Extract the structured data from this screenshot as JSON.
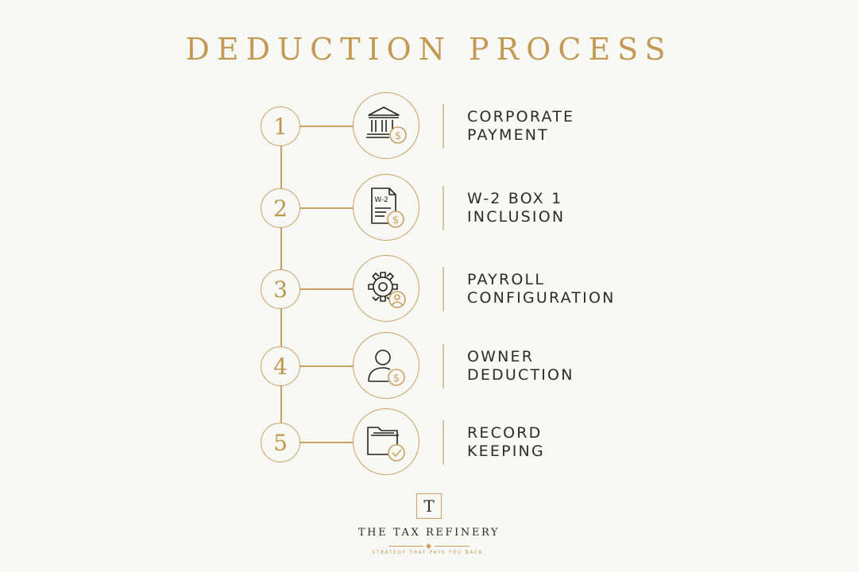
{
  "title": "DEDUCTION PROCESS",
  "steps": [
    {
      "number": "1",
      "icon": "bank-dollar-icon",
      "label_line1": "CORPORATE",
      "label_line2": "PAYMENT"
    },
    {
      "number": "2",
      "icon": "w2-form-dollar-icon",
      "icon_text": "W-2",
      "label_line1": "W-2 BOX 1",
      "label_line2": "INCLUSION"
    },
    {
      "number": "3",
      "icon": "gear-person-icon",
      "label_line1": "PAYROLL",
      "label_line2": "CONFIGURATION"
    },
    {
      "number": "4",
      "icon": "person-dollar-icon",
      "label_line1": "OWNER",
      "label_line2": "DEDUCTION"
    },
    {
      "number": "5",
      "icon": "folder-check-icon",
      "label_line1": "RECORD",
      "label_line2": "KEEPING"
    }
  ],
  "brand": {
    "monogram": "T",
    "name": "THE TAX REFINERY",
    "tagline": "STRATEGY THAT PAYS YOU BACK."
  },
  "colors": {
    "gold": "#c9a160",
    "text_dark": "#2b2b2b",
    "background": "#f8f8f7"
  }
}
